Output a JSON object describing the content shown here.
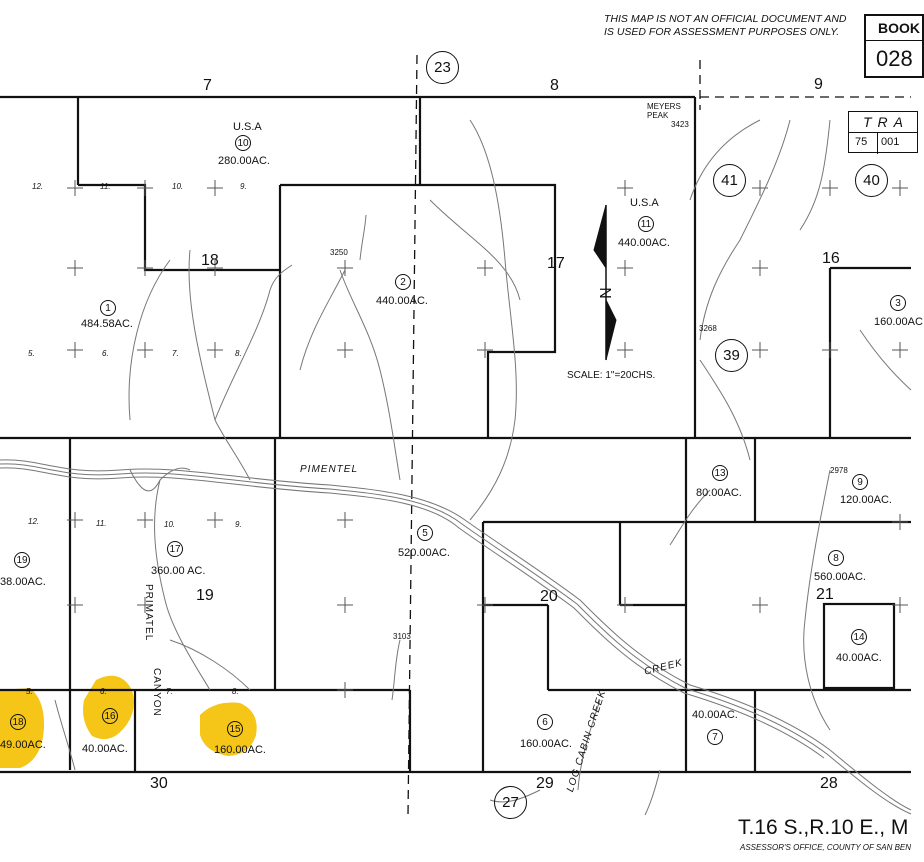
{
  "notice": [
    "THIS MAP IS NOT AN OFFICIAL DOCUMENT AND",
    "IS USED FOR ASSESSMENT PURPOSES ONLY."
  ],
  "book": {
    "title": "BOOK",
    "number": "028"
  },
  "tra": {
    "title": "TRA",
    "code1": "75",
    "code2": "001"
  },
  "sections": {
    "s7": "7",
    "s8": "8",
    "s9": "9",
    "s16": "16",
    "s17": "17",
    "s18": "18",
    "s19": "19",
    "s20": "20",
    "s21": "21",
    "s28": "28",
    "s29": "29",
    "s30": "30"
  },
  "map_pages": {
    "p23": "23",
    "p27": "27",
    "p39": "39",
    "p40": "40",
    "p41": "41"
  },
  "parcels": {
    "p1": {
      "num": "1",
      "area": "484.58AC."
    },
    "p2": {
      "num": "2",
      "area": "440.00AC."
    },
    "p3": {
      "num": "3",
      "area": "160.00AC"
    },
    "p5": {
      "num": "5",
      "area": "520.00AC."
    },
    "p6": {
      "num": "6",
      "area": "160.00AC."
    },
    "p7": {
      "num": "7",
      "area": "40.00AC."
    },
    "p8": {
      "num": "8",
      "area": "560.00AC."
    },
    "p9": {
      "num": "9",
      "area": "120.00AC."
    },
    "p10": {
      "num": "10",
      "area": "280.00AC.",
      "owner": "U.S.A"
    },
    "p11": {
      "num": "11",
      "area": "440.00AC.",
      "owner": "U.S.A"
    },
    "p13": {
      "num": "13",
      "area": "80.00AC."
    },
    "p14": {
      "num": "14",
      "area": "40.00AC."
    },
    "p15": {
      "num": "15",
      "area": "160.00AC."
    },
    "p16": {
      "num": "16",
      "area": "40.00AC."
    },
    "p17": {
      "num": "17",
      "area": "360.00 AC."
    },
    "p18": {
      "num": "18",
      "area": "49.00AC."
    },
    "p19": {
      "num": "19",
      "area": "38.00AC."
    }
  },
  "lots": [
    "12.",
    "11.",
    "10.",
    "9.",
    "5.",
    "6.",
    "7.",
    "8.",
    "12.",
    "11.",
    "10.",
    "9.",
    "5.",
    "6.",
    "7.",
    "8."
  ],
  "elevations": {
    "e1": "3250",
    "e2": "3423",
    "e3": "3268",
    "e4": "2978",
    "e5": "3103"
  },
  "peak": [
    "MEYERS",
    "PEAK"
  ],
  "features": {
    "pimentel": "PIMENTEL",
    "creek": "CREEK",
    "log_cabin_creek": "LOG CABIN CREEK",
    "primatel": "PRIMATEL",
    "canyon": "CANYON"
  },
  "north": "N",
  "scale": "SCALE:  1\"=20CHS.",
  "township": "T.16 S.,R.10 E., M",
  "office": "ASSESSOR'S OFFICE, COUNTY OF SAN BEN",
  "highlight_color": "#f5c518"
}
